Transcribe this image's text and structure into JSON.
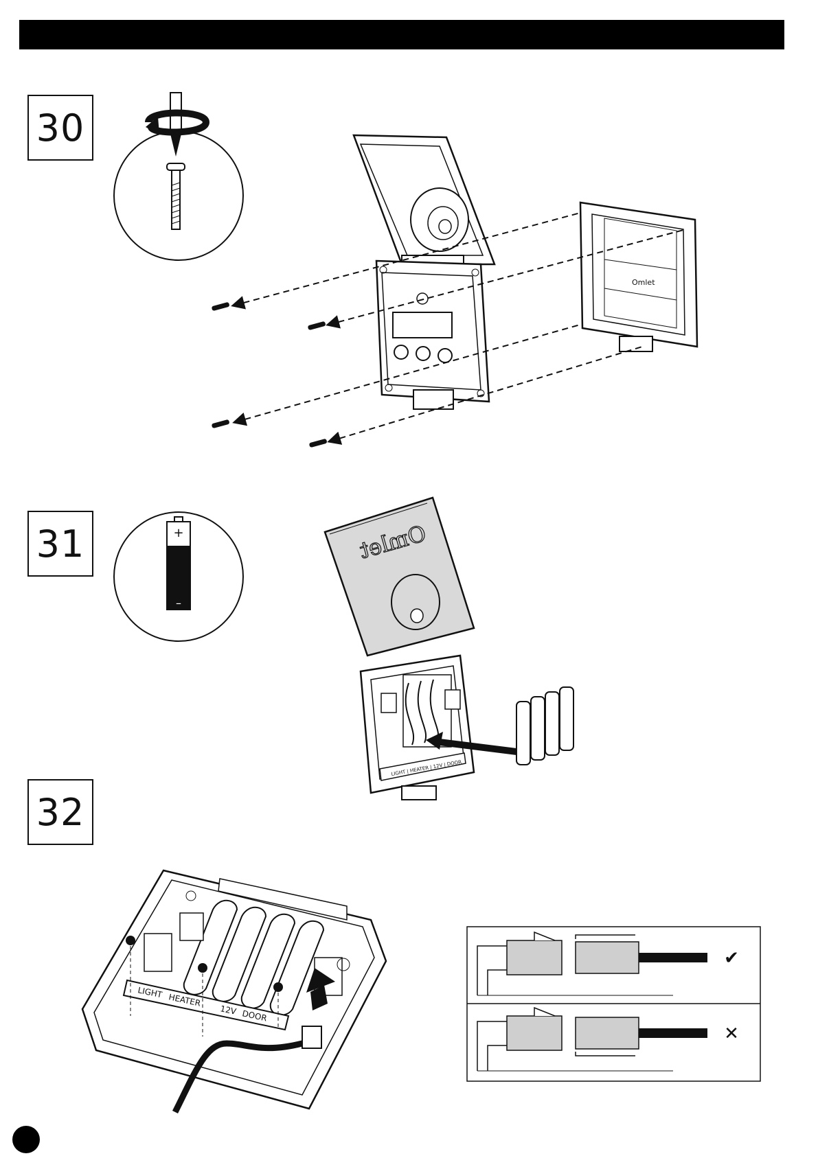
{
  "header": {
    "color": "#000000"
  },
  "steps": [
    {
      "number": "30"
    },
    {
      "number": "31"
    },
    {
      "number": "32"
    }
  ],
  "battery": {
    "plus": "+",
    "minus": "–"
  },
  "enclosure_logo": "Omlet",
  "terminal_labels": {
    "light": "LIGHT",
    "heater": "HEATER",
    "v12": "12V",
    "door": "DOOR"
  },
  "connector_check": {
    "correct_mark": "✔",
    "wrong_mark": "✕"
  },
  "colors": {
    "ink": "#111111",
    "fill_grey": "#d9d9d9",
    "dark_grey": "#cfcfcf"
  }
}
